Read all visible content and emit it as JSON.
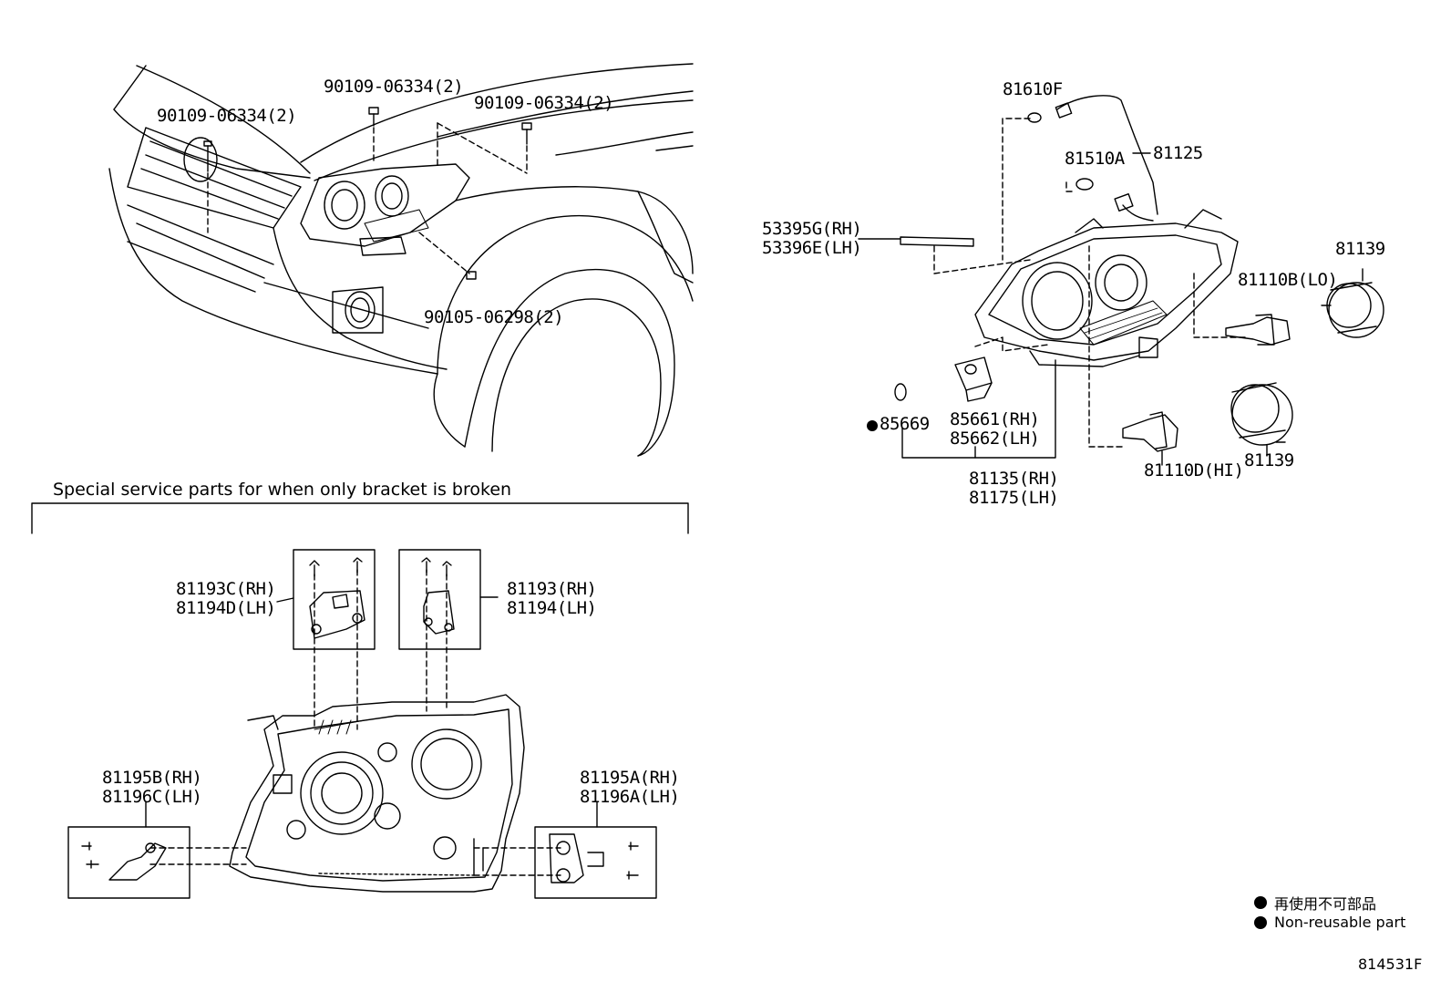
{
  "colors": {
    "line": "#000000",
    "background": "#ffffff"
  },
  "vehicle_view": {
    "labels": {
      "bolt_top": "90109-06334(2)",
      "bolt_left": "90109-06334(2)",
      "bolt_right": "90109-06334(2)",
      "bolt_bottom": "90105-06298(2)"
    }
  },
  "assembly_view": {
    "labels": {
      "p81610F": "81610F",
      "p81125": "81125",
      "p81510A": "81510A",
      "p53395G": "53395G(RH)",
      "p53396E": "53396E(LH)",
      "p81139_top": "81139",
      "p81110B": "81110B(LO)",
      "p85669": "85669",
      "p85661": "85661(RH)",
      "p85662": "85662(LH)",
      "p81135": "81135(RH)",
      "p81175": "81175(LH)",
      "p81110D": "81110D(HI)",
      "p81139_bottom": "81139"
    }
  },
  "bracket_section": {
    "caption": "Special service parts for when only bracket is broken",
    "labels": {
      "p81193C": "81193C(RH)",
      "p81194D": "81194D(LH)",
      "p81193": "81193(RH)",
      "p81194": "81194(LH)",
      "p81195B": "81195B(RH)",
      "p81196C": "81196C(LH)",
      "p81195A": "81195A(RH)",
      "p81196A": "81196A(LH)"
    }
  },
  "legend": {
    "jp": "再使用不可部品",
    "en": "Non-reusable part"
  },
  "figure_number": "814531F",
  "icons": [
    "non-reusable-dot-icon"
  ]
}
